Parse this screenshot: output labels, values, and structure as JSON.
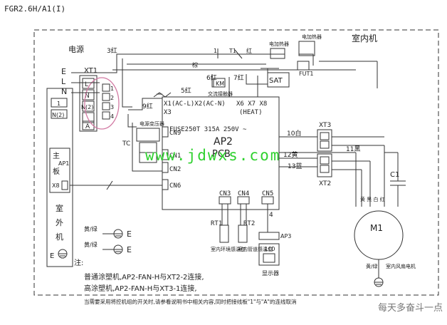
{
  "header": {
    "model": "FGR2.6H/A1(I)"
  },
  "indoor_title": "室内机",
  "power": {
    "label": "电源",
    "terminals": [
      "E",
      "L",
      "N"
    ]
  },
  "xt1": {
    "label": "XT1",
    "slots": [
      "L",
      "N",
      "N(2)",
      "A"
    ],
    "side": [
      "1",
      "2",
      "3",
      "4"
    ]
  },
  "outdoor": {
    "label1": "主",
    "label2": "板",
    "ap1": "AP1",
    "x8": "X8",
    "label3": "室",
    "label4": "外",
    "label5": "机",
    "xt_left": [
      "1",
      "N(2)"
    ],
    "ground": "E"
  },
  "top_wires": {
    "w3": "3红",
    "w1": "1",
    "t1": "T1",
    "red": "红",
    "brown": "棕",
    "fut1": "FUT1",
    "prot1": "电加热器",
    "prot2": "电加热器",
    "heat_relay": "电加热器",
    "k6": "6红",
    "k7": "7红",
    "km": "KM",
    "sat": "SAT",
    "relay": "交流接触器",
    "w5": "5红",
    "w9": "9红"
  },
  "pcb": {
    "x1": "X1(AC-L)X2(AC-N)",
    "x3": "X3",
    "x678": "X6 X7 X8",
    "heat": "(HEAT)",
    "fuse": "FUSE250T 315A 250V ~",
    "ap2": "AP2",
    "pcb": "PCB",
    "cn9": "CN9",
    "cn1": "CN1",
    "cn2": "CN2",
    "cn6": "CN6",
    "cn3": "CN3",
    "cn4": "CN4",
    "cn5": "CN5",
    "tc": "TC",
    "tc_label": "电源变压器"
  },
  "xt3": {
    "label": "XT3",
    "w10": "10白",
    "w11": "11黑",
    "w12": "12黄",
    "w13": "13蓝"
  },
  "xt2": {
    "label": "XT2"
  },
  "motor": {
    "label": "M1",
    "cap": "C1",
    "wires": "黄 黑 白 红",
    "caption": "室内风扇电机",
    "ground": "黄/绿"
  },
  "sensors": {
    "rt1": "RT1",
    "rt2": "RT2",
    "rt1_label": "室内环境感温包",
    "rt2_label": "室内管道感温包",
    "display": "显示器",
    "ap3": "AP3",
    "lcd": "LCD",
    "num": "4"
  },
  "ground_labels": [
    "黄/绿",
    "黄/绿",
    "黄/绿"
  ],
  "ground_E": "E",
  "notes": {
    "title": "注:",
    "line1": "普通涂塑机,AP2-FAN-H与XT2-2连接,",
    "line2": "高涂塑机,AP2-FAN-H与XT3-1连接,",
    "line3": "当需要采用将控机组的开关时,请参看说明书中相关内容,同时把接线板\"1\"与\"A\"的连线取消"
  },
  "watermark": "www.jdwxs.com",
  "watermark2": "每天多奋斗一点"
}
